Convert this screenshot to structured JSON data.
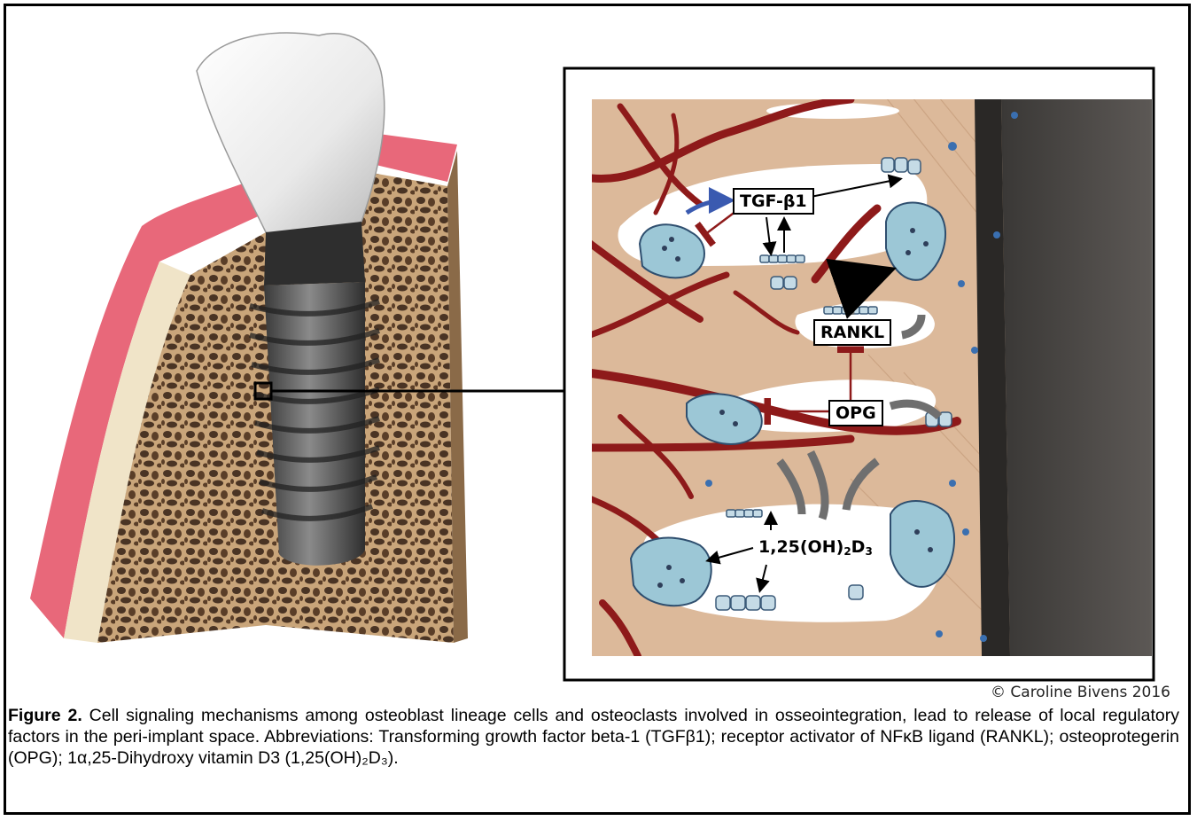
{
  "labels": {
    "tgf": "TGF-β1",
    "rankl": "RANKL",
    "opg": "OPG",
    "vitd_main": "1,25(OH)",
    "vitd_sub1": "2",
    "vitd_mid": "D",
    "vitd_sub2": "3"
  },
  "credit": "© Caroline Bivens 2016",
  "caption": {
    "figure_label": "Figure 2.",
    "text": "Cell signaling mechanisms among osteoblast lineage cells and osteoclasts involved in osseointegration, lead to release of local regulatory factors in the peri-implant space. Abbreviations: Transforming growth factor beta-1 (TGFβ1); receptor activator of NFκB ligand (RANKL); osteoprotegerin (OPG); 1α,25-Dihydroxy vitamin D3 (1,25(OH)₂D₃)."
  },
  "colors": {
    "gum": "#e8687a",
    "bone": "#c9a57a",
    "bone_pore": "#4a3424",
    "implant": "#555555",
    "crown": "#f2f2f2",
    "vessel": "#8e1a1a",
    "matrix": "#dcb99a",
    "cell": "#9cc7d6",
    "inhibit": "#8e1a1a",
    "stimulate": "#3a5ab0"
  }
}
